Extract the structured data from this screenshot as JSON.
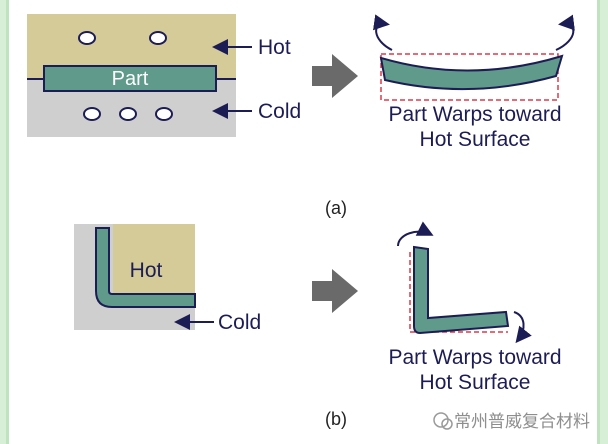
{
  "labels": {
    "hot_a": "Hot",
    "cold_a": "Cold",
    "part": "Part",
    "warp_a_line1": "Part Warps toward",
    "warp_a_line2": "Hot Surface",
    "caption_a": "(a)",
    "hot_b": "Hot",
    "cold_b": "Cold",
    "warp_b_line1": "Part Warps toward",
    "warp_b_line2": "Hot Surface",
    "caption_b": "(b)"
  },
  "watermark": "常州普威复合材料",
  "colors": {
    "hot": "#d4cb99",
    "cold": "#cfcfcf",
    "part": "#5f9a8a",
    "outline": "#1d1d55",
    "arrow": "#6a6a6a",
    "dashed": "#e0384a",
    "background": "#d7efd6"
  }
}
